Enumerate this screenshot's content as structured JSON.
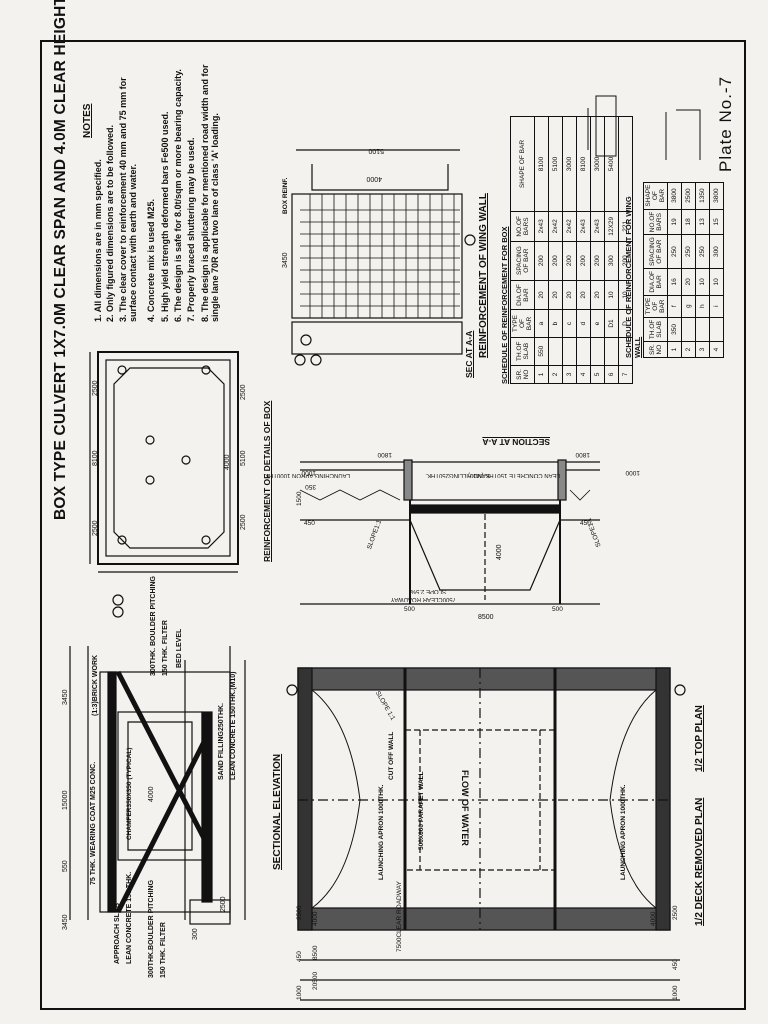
{
  "title": "BOX TYPE CULVERT 1X7.0M CLEAR SPAN AND 4.0M CLEAR HEIGHT",
  "plate": "Plate No.-7",
  "notes_heading": "NOTES",
  "notes": [
    "1. All dimensions are in mm specified.",
    "2. Only figured dimensions are to be followed.",
    "3. The clear cover to reinforcement 40 mm and 75 mm for surface contact with earth and water.",
    "4. Concrete mix is used M25.",
    "5. High yield strength deformed bars Fe500 used.",
    "6. The design is safe for 8.0t/sqm or more bearing capacity.",
    "7. Properly braced shuttering may be used.",
    "8. The design is applicable for mentioned road width and for single lane 70R and two lane of class 'A' loading."
  ],
  "views": {
    "sectional_elevation": "SECTIONAL ELEVATION",
    "reinforcement_details": "REINFORCEMENT OF DETAILS OF BOX",
    "section_aa": "SECTION AT A-A",
    "sec_aa": "SEC AT A-A",
    "wing_wall": "REINFORCEMENT OF WING WALL",
    "half_plan": "1/2 DECK REMOVED PLAN",
    "half_top": "1/2 TOP PLAN"
  },
  "elevation_labels": {
    "wearing_coat": "75 THK. WEARING COAT M25 CONC.",
    "brick_work": "(1:3)BRICK WORK",
    "chamfer": "CHAMFER350X350 (TYPICAL)",
    "approach_slab": "APPROACH SLAB",
    "lean_concrete": "LEAN CONCRETE 150 THK.",
    "boulder_pitching": "300THK.BOULDER PITCHING",
    "filter": "150 THK. FILTER",
    "bed_level": "BED LEVEL",
    "sand_filling": "SAND FILLING250THK.",
    "lean_concrete_2": "LEAN CONCRETE 150THK.(M10)",
    "boulder_pitching_2": "300THK. BOULDER PITCHING",
    "filter_2": "150 THK. FILTER",
    "dims": [
      "15000",
      "3450",
      "550",
      "4000",
      "3450",
      "2500",
      "300"
    ]
  },
  "box_labels": {
    "dims_top": [
      "2500",
      "8100",
      "2500"
    ],
    "dims_bottom": [
      "2500",
      "5100",
      "2500"
    ],
    "dim_side": "4000",
    "box_reinf": "BOX REINF.",
    "dim_5100": "5100",
    "dim_4000": "4000",
    "dim_3450": "3450"
  },
  "section_aa_labels": {
    "dims": [
      "1800",
      "1800",
      "8500",
      "7500CLEAR ROADWAY",
      "4000",
      "1500",
      "500",
      "500",
      "450",
      "450",
      "1000",
      "1000",
      "350"
    ],
    "launching_apron": "LAUNCHING APRON 1000THK.",
    "sand_filling": "SAND FILLING250THK.",
    "lean_concrete": "LEAN CONCRETE 150THK.(M10)",
    "slope": "SLOPE1:1",
    "slope_2": "SLOPE1:1",
    "roadway_slope": "SLOPE 2.5%"
  },
  "plan_labels": {
    "flow": "FLOW OF WATER",
    "parapet": "500X600 PARAPET WALL",
    "cut_off": "CUT OFF WALL",
    "launching_apron": "LAUNCHING APRON 1000THK.",
    "launching_apron_2": "LAUNCHING APRON 1000THK.",
    "clear_roadway": "7500CLEAR ROADWAY",
    "slope": "SLOPE 1:1",
    "dims": [
      "20500",
      "8500",
      "4000",
      "4000",
      "2500",
      "2500",
      "1000",
      "1000",
      "450",
      "450"
    ]
  },
  "box_schedule": {
    "title": "SCHEDULE OF REINFORCEMENT FOR BOX",
    "headers": [
      "SR. NO",
      "TH.OF SLAB",
      "TYPE OF BAR",
      "DIA.OF BAR",
      "SPACING OF BAR",
      "NO.OF BARS",
      "SHAPE OF BAR"
    ],
    "rows": [
      [
        "1",
        "550",
        "a",
        "20",
        "200",
        "2x43",
        ""
      ],
      [
        "2",
        "",
        "b",
        "20",
        "200",
        "2x42",
        ""
      ],
      [
        "3",
        "",
        "c",
        "20",
        "200",
        "2x42",
        ""
      ],
      [
        "4",
        "",
        "d",
        "20",
        "200",
        "2x43",
        ""
      ],
      [
        "5",
        "",
        "e",
        "20",
        "200",
        "2x43",
        ""
      ],
      [
        "6",
        "",
        "D1",
        "10",
        "300",
        "12X29",
        ""
      ],
      [
        "7",
        "",
        "D",
        "10",
        "200",
        "221",
        ""
      ]
    ],
    "shape_dims": [
      "8100",
      "5100",
      "3000",
      "8100",
      "3000",
      "5400"
    ]
  },
  "wing_schedule": {
    "title": "SCHEDULE OF REINFORCEMENT FOR WING WALL",
    "headers": [
      "SR. NO",
      "TH.OF SLAB",
      "TYPE OF BAR",
      "DIA.OF BAR",
      "SPACING OF BAR",
      "NO.OF BARS",
      "SHAPE OF BAR"
    ],
    "rows": [
      [
        "1",
        "350",
        "f",
        "16",
        "250",
        "19",
        ""
      ],
      [
        "2",
        "",
        "g",
        "20",
        "250",
        "18",
        ""
      ],
      [
        "3",
        "",
        "h",
        "10",
        "250",
        "13",
        ""
      ],
      [
        "4",
        "",
        "i",
        "10",
        "300",
        "15",
        ""
      ]
    ],
    "shape_dims": [
      "3800",
      "2500",
      "1350",
      "3800"
    ]
  }
}
